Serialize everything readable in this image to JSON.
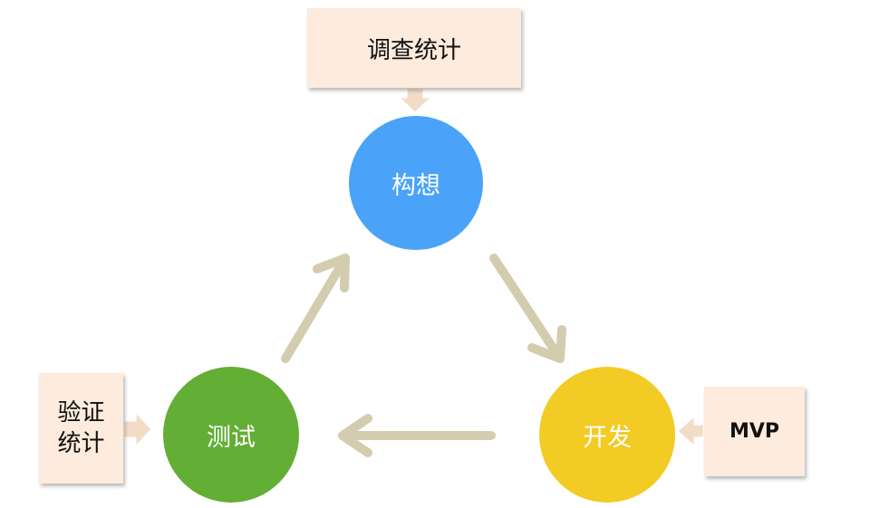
{
  "nodes": {
    "ideate": {
      "label": "构想",
      "color": "#4aa3f8"
    },
    "develop": {
      "label": "开发",
      "color": "#f2cb24"
    },
    "test": {
      "label": "测试",
      "color": "#63ae34"
    }
  },
  "inputs": {
    "survey": {
      "label": "调查统计"
    },
    "mvp": {
      "label": "MVP"
    },
    "verify": {
      "line1": "验证",
      "line2": "统计"
    }
  },
  "colors": {
    "main_arrow": "#d3ccae",
    "input_arrow": "#f3dcc6",
    "input_box": "#fdebdd"
  }
}
